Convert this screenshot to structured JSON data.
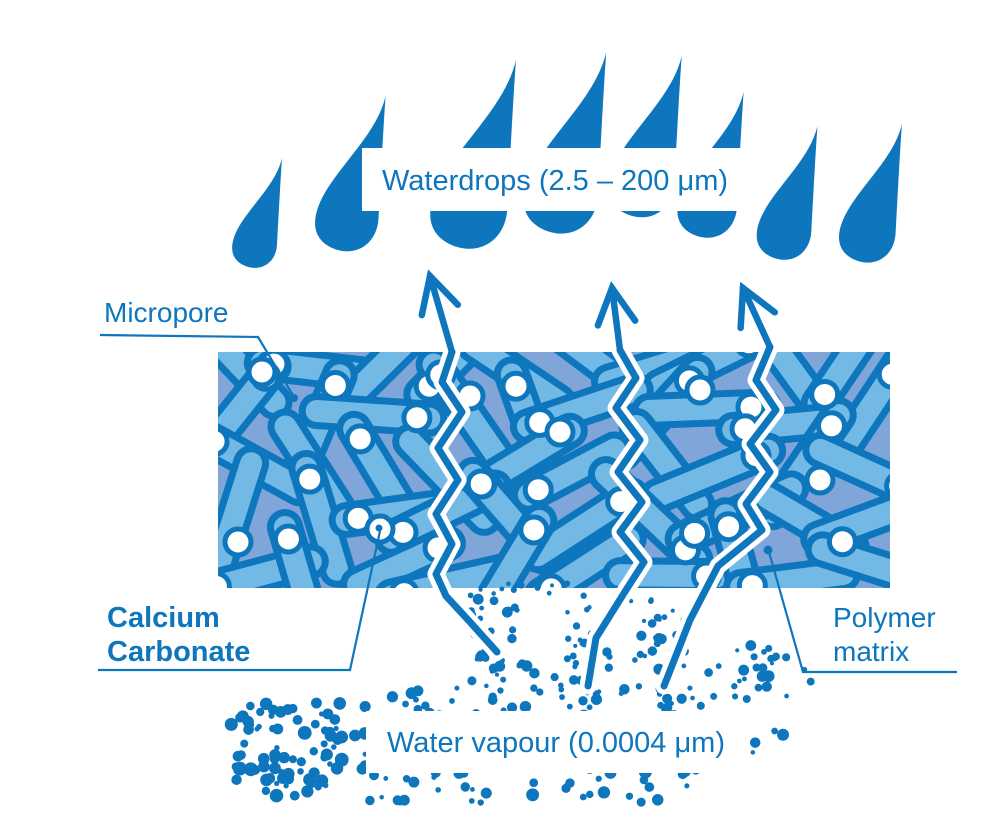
{
  "labels": {
    "waterdrops": "Waterdrops (2.5 – 200 μm)",
    "micropore": "Micropore",
    "calcium_carbonate_line1": "Calcium",
    "calcium_carbonate_line2": "Carbonate",
    "polymer_matrix_line1": "Polymer",
    "polymer_matrix_line2": "matrix",
    "water_vapour": "Water vapour (0.0004 μm)"
  },
  "values": {
    "waterdrop_size_um": "2.5 – 200",
    "water_vapour_size_um": "0.0004"
  },
  "colors": {
    "primary_blue": "#0e76bd",
    "membrane_background": "#7fa5d9",
    "rod_fill": "#72bae5",
    "pore_white": "#ffffff"
  }
}
